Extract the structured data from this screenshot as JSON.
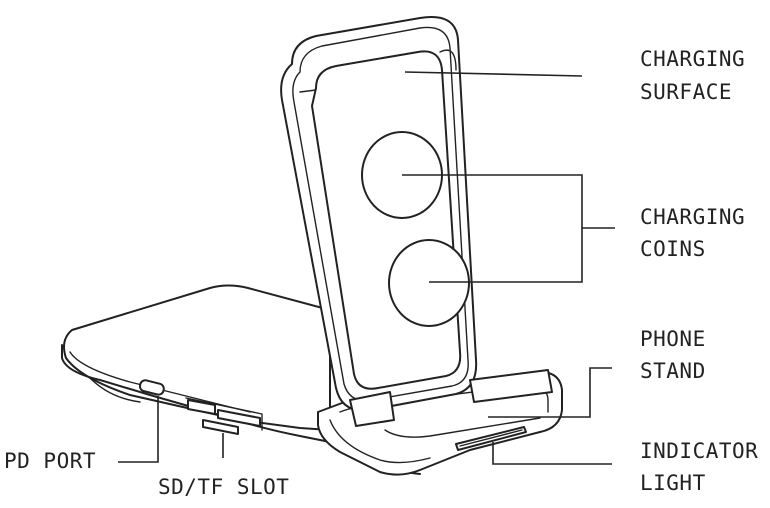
{
  "labels": {
    "charging_surface": [
      "CHARGING",
      "SURFACE"
    ],
    "charging_coins": [
      "CHARGING",
      "COINS"
    ],
    "phone_stand": [
      "PHONE",
      "STAND"
    ],
    "indicator_light": [
      "INDICATOR",
      "LIGHT"
    ],
    "pd_port": "PD PORT",
    "sd_tf_slot": "SD/TF SLOT"
  }
}
